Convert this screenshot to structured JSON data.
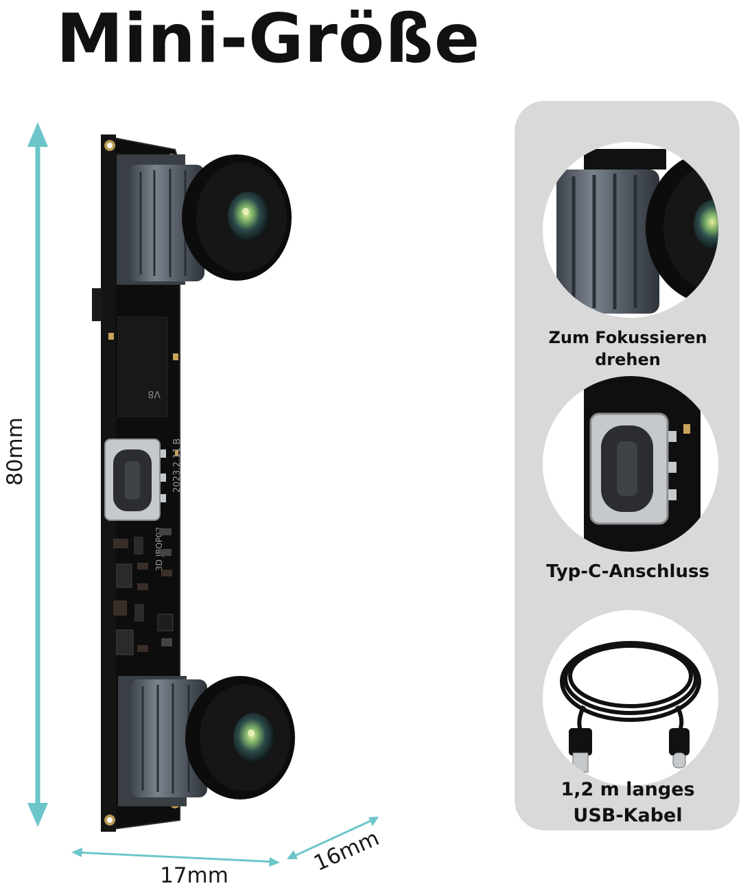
{
  "title": "Mini-Größe",
  "dimensions": {
    "height": "80mm",
    "width": "17mm",
    "depth": "16mm"
  },
  "board": {
    "chip_marking": "V8",
    "date_marking": "2023.2.11  B",
    "model_marking": "3D  JBOP02"
  },
  "features": [
    {
      "label": "Zum Fokussieren drehen",
      "icon": "lens-closeup-icon"
    },
    {
      "label": "Typ-C-Anschluss",
      "icon": "usb-c-port-icon"
    },
    {
      "label": "1,2 m langes USB-Kabel",
      "icon": "usb-cable-icon"
    }
  ],
  "colors": {
    "accent": "#6cc5c9",
    "panel": "#d9d9d9",
    "board": "#111111",
    "lens_housing": "#5e6670"
  }
}
